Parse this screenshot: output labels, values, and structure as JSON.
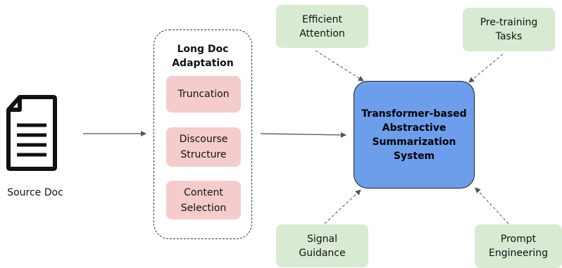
{
  "source": {
    "label": "Source Doc",
    "icon": "document-icon"
  },
  "long_doc": {
    "title": "Long Doc\nAdaptation",
    "items": [
      {
        "label": "Truncation"
      },
      {
        "label": "Discourse\nStructure"
      },
      {
        "label": "Content\nSelection"
      }
    ]
  },
  "central": {
    "label": "Transformer-based\nAbstractive\nSummarization\nSystem"
  },
  "satellites": {
    "efficient_attention": "Efficient\nAttention",
    "pretraining_tasks": "Pre-training\nTasks",
    "signal_guidance": "Signal\nGuidance",
    "prompt_engineering": "Prompt\nEngineering"
  },
  "colors": {
    "pink": "#f4cccc",
    "green": "#d9ead3",
    "blue": "#6d9eeb"
  }
}
